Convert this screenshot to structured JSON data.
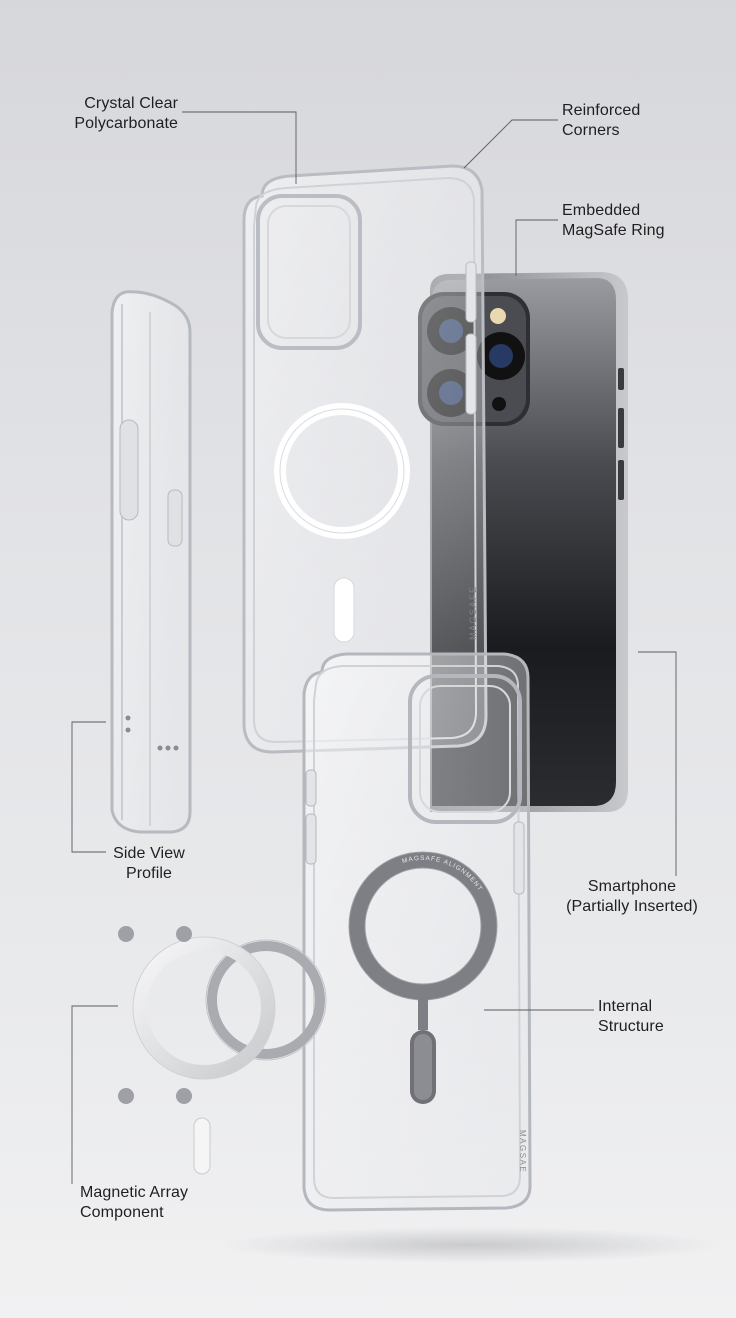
{
  "callouts": [
    {
      "id": "crystal",
      "line1": "Crystal Clear",
      "line2": "Polycarbonate"
    },
    {
      "id": "corners",
      "line1": "Reinforced",
      "line2": "Corners"
    },
    {
      "id": "magsafe",
      "line1": "Embedded",
      "line2": "MagSafe Ring"
    },
    {
      "id": "side",
      "line1": "Side View",
      "line2": "Profile"
    },
    {
      "id": "phone",
      "line1": "Smartphone",
      "line2": "(Partially Inserted)"
    },
    {
      "id": "internal",
      "line1": "Internal",
      "line2": "Structure"
    },
    {
      "id": "array",
      "line1": "Magnetic Array",
      "line2": "Component"
    }
  ],
  "engravings": {
    "case_side": "MAGSAFE",
    "back_case_bottom": "MAGSAE",
    "ring_text": "MAGSAFE ALIGNMENT"
  }
}
